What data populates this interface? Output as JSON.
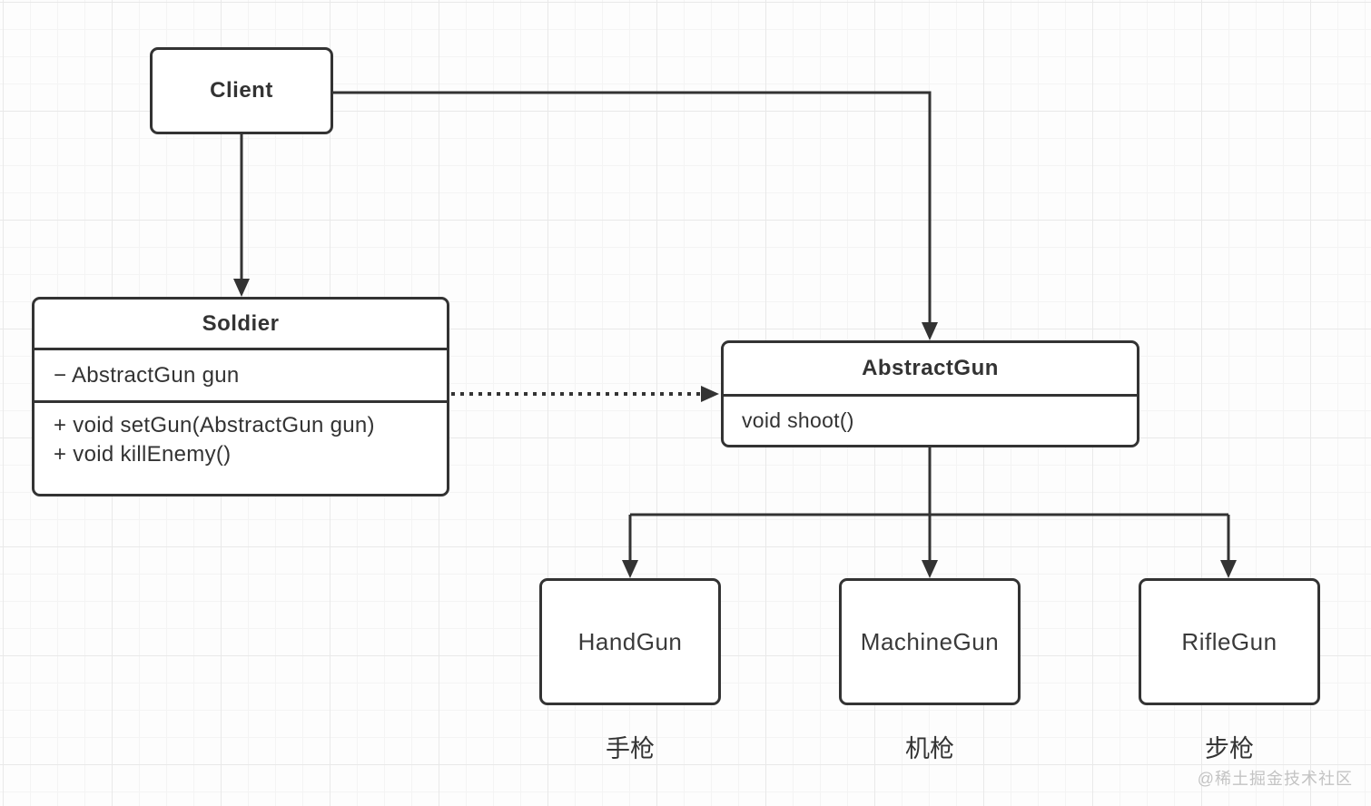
{
  "diagram": {
    "client": {
      "title": "Client"
    },
    "soldier": {
      "title": "Soldier",
      "attributes": [
        "− AbstractGun gun"
      ],
      "methods": [
        "+ void setGun(AbstractGun gun)",
        "+ void killEnemy()"
      ]
    },
    "abstract_gun": {
      "title": "AbstractGun",
      "methods": [
        "void shoot()"
      ]
    },
    "subclasses": [
      {
        "title": "HandGun",
        "caption": "手枪"
      },
      {
        "title": "MachineGun",
        "caption": "机枪"
      },
      {
        "title": "RifleGun",
        "caption": "步枪"
      }
    ],
    "relations": [
      {
        "from": "Client",
        "to": "Soldier",
        "style": "solid-arrow"
      },
      {
        "from": "Client",
        "to": "AbstractGun",
        "style": "solid-arrow"
      },
      {
        "from": "Soldier",
        "to": "AbstractGun",
        "style": "dotted-arrow"
      },
      {
        "from": "AbstractGun",
        "to": "HandGun",
        "style": "solid-arrow"
      },
      {
        "from": "AbstractGun",
        "to": "MachineGun",
        "style": "solid-arrow"
      },
      {
        "from": "AbstractGun",
        "to": "RifleGun",
        "style": "solid-arrow"
      }
    ],
    "colors": {
      "stroke": "#333333",
      "text": "#333333",
      "box_fill": "#ffffff",
      "background": "#fdfdfd",
      "grid_minor": "#f4f4f4",
      "grid_major": "#e9e9e9",
      "watermark": "#c3c3c3"
    }
  },
  "watermark": "@稀土掘金技术社区"
}
